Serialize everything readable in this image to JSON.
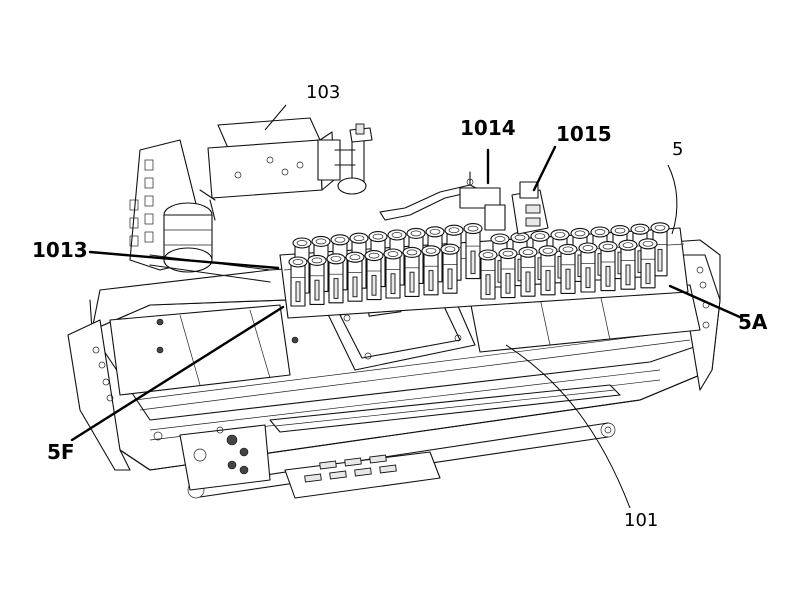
{
  "labels": {
    "l103": "103",
    "l1014": "1014",
    "l1015": "1015",
    "l5": "5",
    "l1013": "1013",
    "l5A": "5A",
    "l5F": "5F",
    "l101": "101"
  }
}
